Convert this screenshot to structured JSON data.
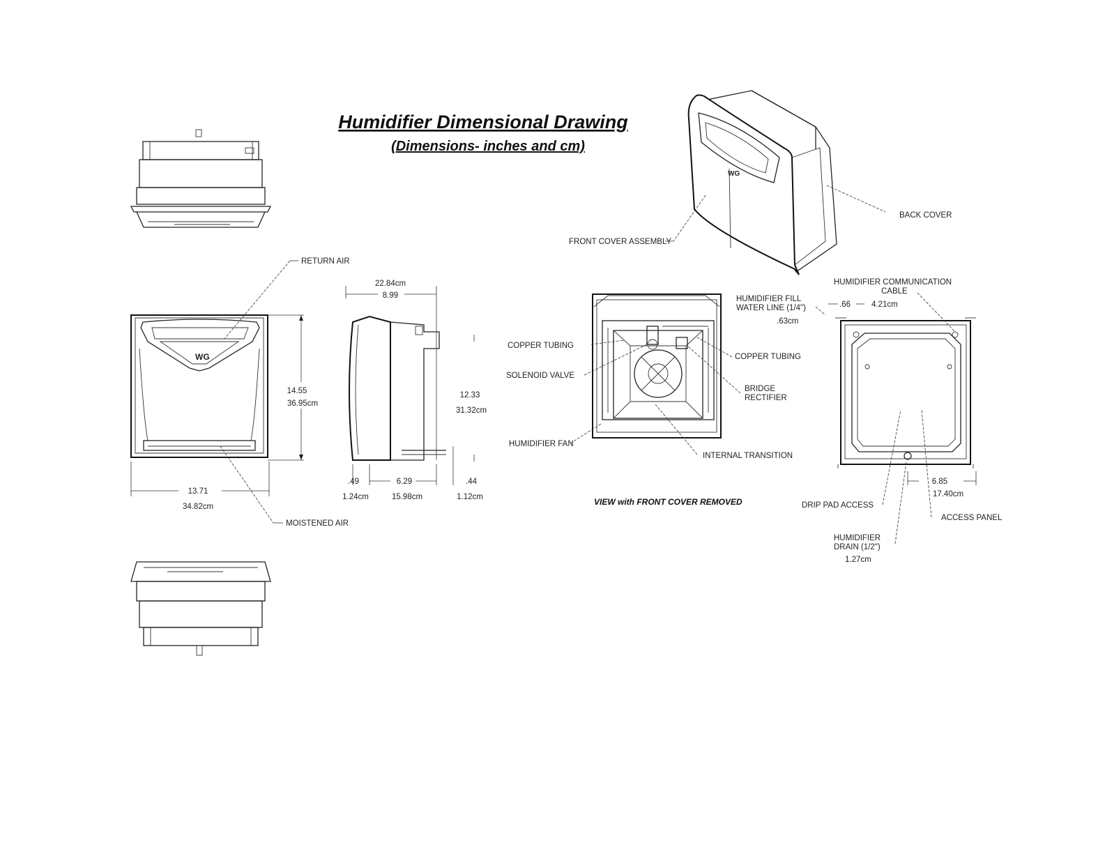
{
  "title": "Humidifier Dimensional Drawing",
  "subtitle": "(Dimensions- inches and cm)",
  "labels": {
    "return_air": "RETURN AIR",
    "moistened_air": "MOISTENED AIR",
    "front_cover_assembly": "FRONT COVER ASSEMBLY",
    "back_cover": "BACK COVER",
    "humidifier_fill_1": "HUMIDIFIER FILL",
    "humidifier_fill_2": "WATER LINE (1/4\")",
    "copper_tubing_left": "COPPER TUBING",
    "copper_tubing_right": "COPPER TUBING",
    "solenoid_valve": "SOLENOID VALVE",
    "bridge_rectifier_1": "BRIDGE",
    "bridge_rectifier_2": "RECTIFIER",
    "humidifier_fan": "HUMIDIFIER FAN",
    "internal_transition": "INTERNAL TRANSITION",
    "view_caption": "VIEW with FRONT COVER REMOVED",
    "comm_cable_1": "HUMIDIFIER COMMUNICATION",
    "comm_cable_2": "CABLE",
    "drip_pad_access": "DRIP PAD ACCESS",
    "access_panel": "ACCESS PANEL",
    "drain_1": "HUMIDIFIER",
    "drain_2": "DRAIN (1/2\")"
  },
  "dimensions": {
    "front_height_in": "14.55",
    "front_height_cm": "36.95cm",
    "front_width_in": "13.71",
    "front_width_cm": "34.82cm",
    "side_depth_cm": "22.84cm",
    "side_depth_in": "8.99",
    "side_height_in": "12.33",
    "side_height_cm": "31.32cm",
    "side_a_in": ".49",
    "side_a_cm": "1.24cm",
    "side_b_in": "6.29",
    "side_b_cm": "15.98cm",
    "side_c_in": ".44",
    "side_c_cm": "1.12cm",
    "fill_line_cm": ".63cm",
    "rear_offset_in": ".66",
    "rear_offset_cm": "4.21cm",
    "rear_drain_in": "6.85",
    "rear_drain_cm": "17.40cm",
    "drain_cm": "1.27cm"
  }
}
